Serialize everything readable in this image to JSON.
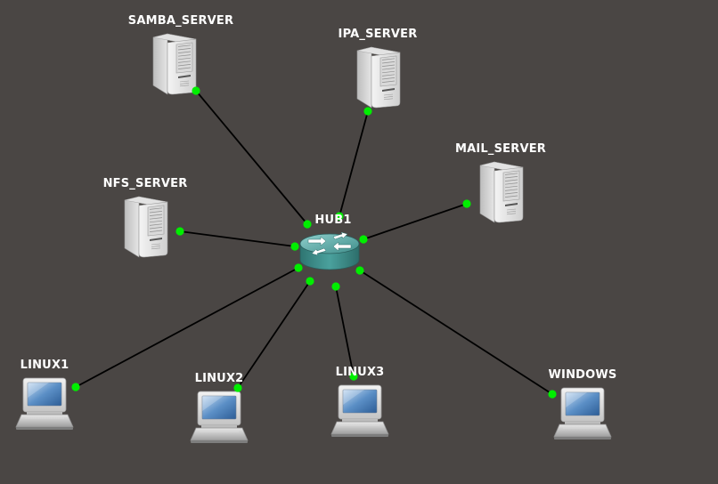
{
  "colors": {
    "background": "#4a4644",
    "link": "#000000",
    "port": "#00ee00",
    "label": "#ffffff"
  },
  "hub": {
    "id": "hub1",
    "label": "HUB1",
    "icon": "router-icon"
  },
  "nodes": [
    {
      "id": "samba-server",
      "label": "SAMBA_SERVER",
      "icon": "server-tower-icon"
    },
    {
      "id": "ipa-server",
      "label": "IPA_SERVER",
      "icon": "server-tower-icon"
    },
    {
      "id": "nfs-server",
      "label": "NFS_SERVER",
      "icon": "server-tower-icon"
    },
    {
      "id": "mail-server",
      "label": "MAIL_SERVER",
      "icon": "server-tower-icon"
    },
    {
      "id": "linux1",
      "label": "LINUX1",
      "icon": "laptop-icon"
    },
    {
      "id": "linux2",
      "label": "LINUX2",
      "icon": "laptop-icon"
    },
    {
      "id": "linux3",
      "label": "LINUX3",
      "icon": "laptop-icon"
    },
    {
      "id": "windows",
      "label": "WINDOWS",
      "icon": "laptop-icon"
    }
  ],
  "links": [
    {
      "from": "hub1",
      "to": "samba-server"
    },
    {
      "from": "hub1",
      "to": "ipa-server"
    },
    {
      "from": "hub1",
      "to": "nfs-server"
    },
    {
      "from": "hub1",
      "to": "mail-server"
    },
    {
      "from": "hub1",
      "to": "linux1"
    },
    {
      "from": "hub1",
      "to": "linux2"
    },
    {
      "from": "hub1",
      "to": "linux3"
    },
    {
      "from": "hub1",
      "to": "windows"
    }
  ]
}
